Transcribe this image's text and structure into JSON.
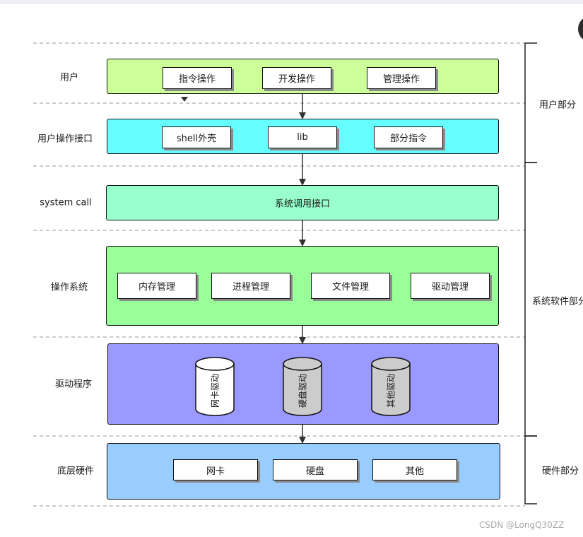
{
  "rows": [
    {
      "key": "user",
      "label": "用户"
    },
    {
      "key": "user_interface",
      "label": "用户操作接口"
    },
    {
      "key": "system_call",
      "label": "system call"
    },
    {
      "key": "os",
      "label": "操作系统"
    },
    {
      "key": "drivers",
      "label": "驱动程序"
    },
    {
      "key": "hardware",
      "label": "底层硬件"
    }
  ],
  "user_layer": {
    "color": "#ccff99",
    "items": [
      "指令操作",
      "开发操作",
      "管理操作"
    ]
  },
  "interface_layer": {
    "color": "#66ffff",
    "items": [
      "shell外壳",
      "lib",
      "部分指令"
    ]
  },
  "syscall_layer": {
    "color": "#99ffcc",
    "text": "系统调用接口"
  },
  "os_layer": {
    "color": "#99ff99",
    "items": [
      "内存管理",
      "进程管理",
      "文件管理",
      "驱动管理"
    ]
  },
  "driver_layer": {
    "color": "#9999ff",
    "items": [
      {
        "label": "网卡驱动",
        "fill": "#ffffff"
      },
      {
        "label": "硬盘驱动",
        "fill": "#cccccc"
      },
      {
        "label": "其他驱动",
        "fill": "#cccccc"
      }
    ]
  },
  "hardware_layer": {
    "color": "#99ccff",
    "items": [
      "网卡",
      "硬盘",
      "其他"
    ]
  },
  "side_groups": [
    {
      "label": "用户部分"
    },
    {
      "label": "系统软件部分"
    },
    {
      "label": "硬件部分"
    }
  ],
  "watermark": "CSDN @LongQ30ZZ"
}
